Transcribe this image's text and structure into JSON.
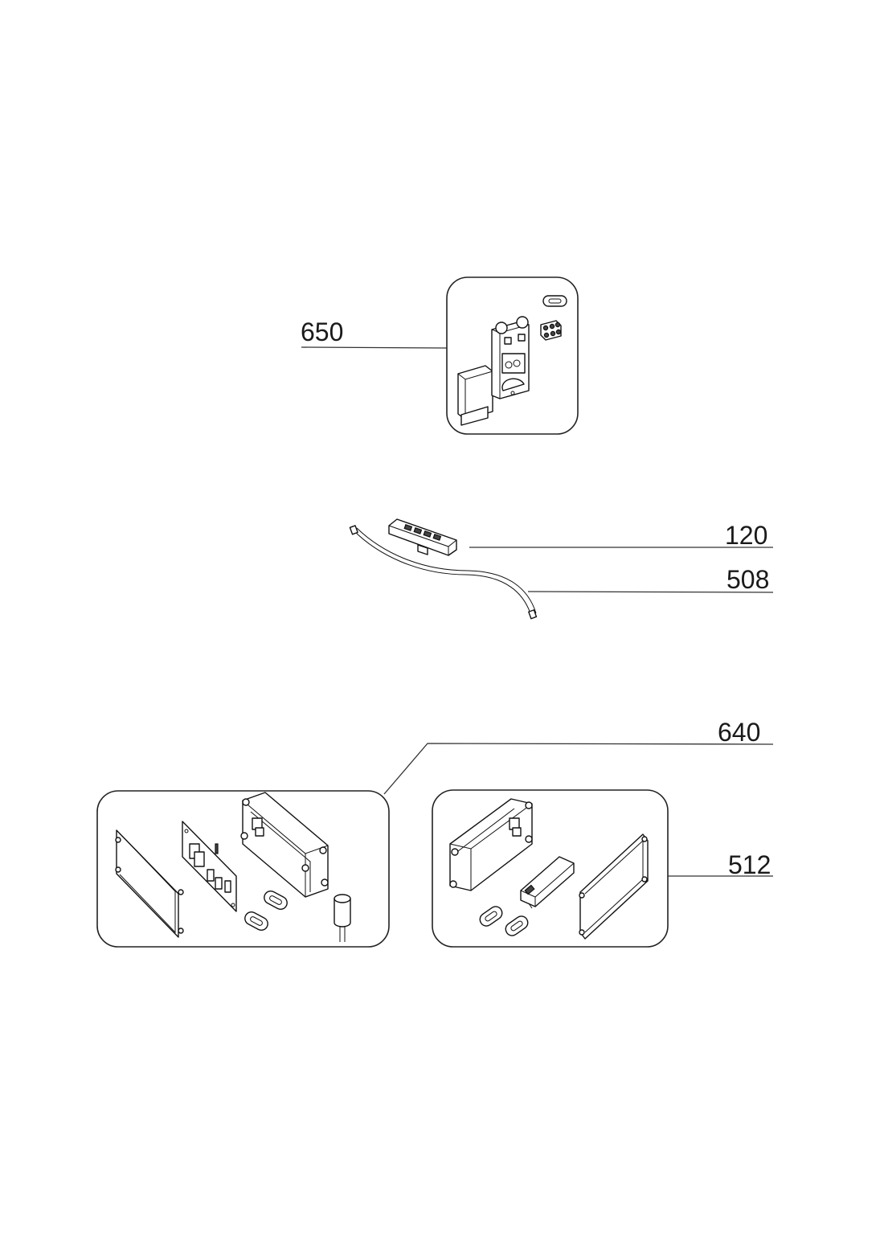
{
  "callouts": {
    "c650": "650",
    "c120": "120",
    "c508": "508",
    "c640": "640",
    "c512": "512"
  }
}
